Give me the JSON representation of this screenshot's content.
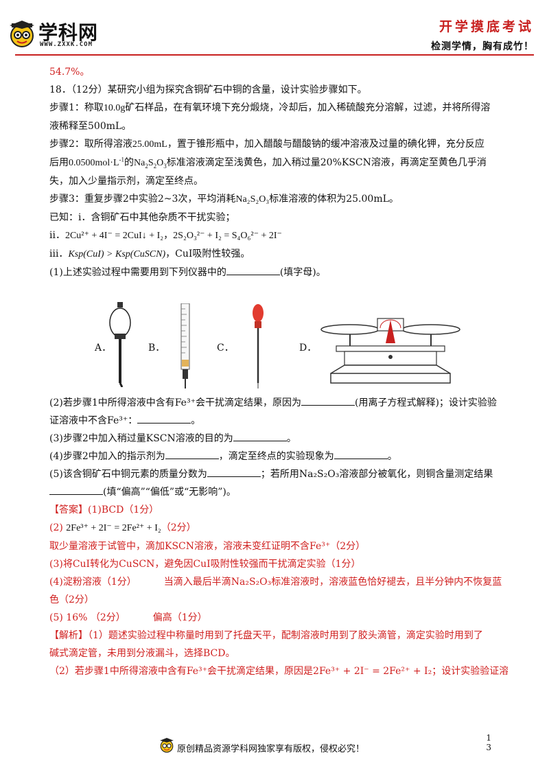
{
  "header": {
    "logo_title": "学科网",
    "logo_url": "WWW.ZXXK.COM",
    "exam_title": "开学摸底考试",
    "slogan": "检测学情，胸有成竹！"
  },
  "lines": {
    "l0": "54.7%。",
    "l1": "18．（12分）某研究小组为探究含铜矿石中铜的含量，设计实验步骤如下。",
    "l2a": "步骤1：称取",
    "l2b": "10.0g",
    "l2c": "矿石样品，在有氧环境下充分煅烧，冷却后，加入稀硫酸充分溶解，过滤，并将所得溶",
    "l3": "液稀释至500mL。",
    "l4a": "步骤2：取所得溶液",
    "l4b": "25.00mL",
    "l4c": "，置于锥形瓶中，加入醋酸与醋酸钠的缓冲溶液及过量的碘化钾，充分反应",
    "l5a": "后用",
    "l5b": "0.0500mol·L",
    "l5c": "-1",
    "l5d": "的Na",
    "l5e": "2",
    "l5f": "S",
    "l5g": "2",
    "l5h": "O",
    "l5i": "3",
    "l5j": "标准溶液滴定至浅黄色，加入稍过量20%KSCN溶液，再滴定至黄色几乎消",
    "l6": "失，加入少量指示剂，滴定至终点。",
    "l7a": "步骤3：重复步骤2中实验2~3次，平均消耗",
    "l7b": "Na₂S₂O₃",
    "l7c": "标准溶液的体积为25.00mL。",
    "l8": "已知：i．含铜矿石中其他杂质不干扰实验；",
    "l9a": "ii．",
    "l9b": "2Cu²⁺ + 4I⁻ = 2CuI↓ + I₂，2S₂O₃²⁻ + I₂ = S₄O₆²⁻ + 2I⁻",
    "l10a": "iii．",
    "l10b": "Ksp(CuI) > Ksp(CuSCN)",
    "l10c": "，CuI吸附性较强。",
    "l11a": "(1)上述实验过程中需要用到下列仪器中的",
    "l11b": "(填字母)。",
    "instr_a": "A．",
    "instr_b": "B．",
    "instr_c": "C．",
    "instr_d": "D．",
    "l12a": "(2)若步骤1中所得溶液中含有Fe³⁺会干扰滴定结果，原因为",
    "l12b": "(用离子方程式解释)；设计实验验",
    "l13a": "证溶液中不含Fe³⁺：",
    "l13b": "。",
    "l14a": "(3)步骤2中加入稍过量KSCN溶液的目的为",
    "l14b": "。",
    "l15a": "(4)步骤2中加入的指示剂为",
    "l15b": "，滴定至终点的实验现象为",
    "l15c": "。",
    "l16a": "(5)该含铜矿石中铜元素的质量分数为",
    "l16b": "；若所用Na₂S₂O₃溶液部分被氧化，则铜含量测定结果",
    "l17": "(填“偏高”“偏低”或“无影响”)。",
    "a1": "【答案】(1)BCD（1分）",
    "a2a": "(2) ",
    "a2b": "2Fe³⁺ + 2I⁻ = 2Fe²⁺ + I₂",
    "a2c": "（2分）",
    "a3": "取少量溶液于试管中，滴加KSCN溶液，溶液未变红证明不含Fe³⁺（2分）",
    "a4": "(3)将CuI转化为CuSCN，避免因CuI吸附性较强而干扰滴定实验（1分）",
    "a5a": "(4)淀粉溶液（1分）",
    "a5b": "当滴入最后半滴Na₂S₂O₃标准溶液时，溶液蓝色恰好褪去，且半分钟内不恢复蓝",
    "a6": "色（2分）",
    "a7a": "(5) 16%  （2分）",
    "a7b": "偏高（1分）",
    "a8": "【解析】（1）题述实验过程中称量时用到了托盘天平，配制溶液时用到了胶头滴管，滴定实验时用到了",
    "a9": "碱式滴定管，未用到分液漏斗，选择BCD。",
    "a10": "（2）若步骤1中所得溶液中含有Fe³⁺会干扰滴定结果，原因是2Fe³⁺ + 2I⁻ = 2Fe²⁺ + I₂；设计实验验证溶液"
  },
  "footer": {
    "text": "原创精品资源学科网独家享有版权，侵权必究！",
    "page_num": "1",
    "page_total": "3"
  },
  "colors": {
    "accent_red": "#d0201f"
  },
  "icons": [
    "logo-face-icon",
    "separatory-funnel-icon",
    "burette-icon",
    "dropper-icon",
    "balance-icon"
  ]
}
